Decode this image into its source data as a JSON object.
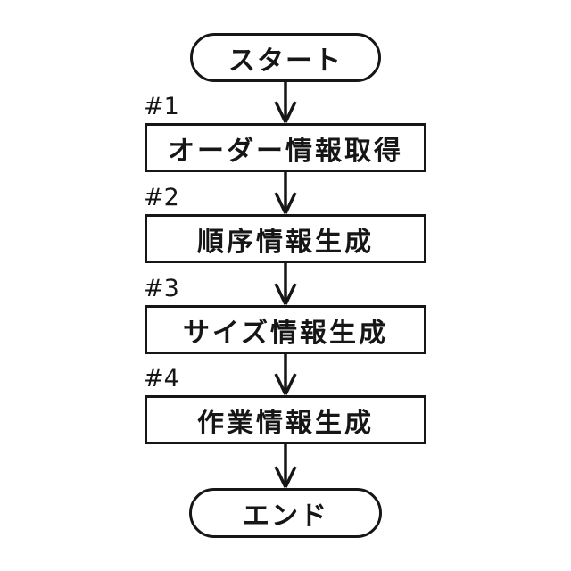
{
  "flowchart": {
    "title": "process-flowchart",
    "start": {
      "label": "スタート"
    },
    "end": {
      "label": "エンド"
    },
    "steps": [
      {
        "id": "#1",
        "label": "オーダー情報取得"
      },
      {
        "id": "#2",
        "label": "順序情報生成"
      },
      {
        "id": "#3",
        "label": "サイズ情報生成"
      },
      {
        "id": "#4",
        "label": "作業情報生成"
      }
    ],
    "colors": {
      "stroke": "#161616",
      "background": "#ffffff",
      "text": "#161616"
    }
  }
}
